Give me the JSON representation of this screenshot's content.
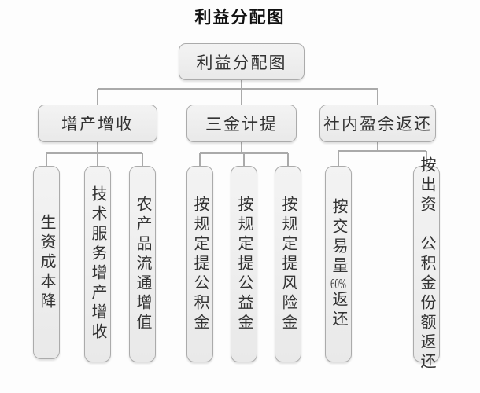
{
  "title": "利益分配图",
  "diagram": {
    "root": "利益分配图",
    "branches": [
      {
        "label": "增产增收",
        "children": [
          "生资成本降",
          "技术服务增产增收",
          "农产品流通增值"
        ]
      },
      {
        "label": "三金计提",
        "children": [
          "按规定提公积金",
          "按规定提公益金",
          "按规定提风险金"
        ]
      },
      {
        "label": "社内盈余返还",
        "children": [
          "按交易量60%返还",
          "按出资　公积金份额返还"
        ]
      }
    ]
  },
  "colors": {
    "background": "#fdfdfd",
    "node_border": "#ababab",
    "connector": "#aaaaaa",
    "text": "#333333",
    "title_text": "#111111"
  }
}
